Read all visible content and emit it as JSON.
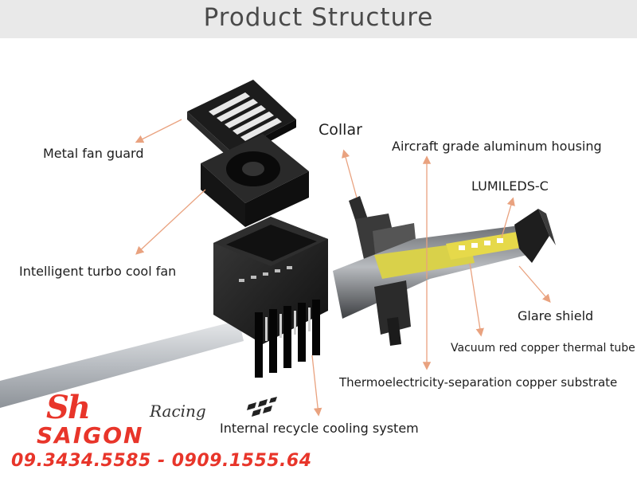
{
  "header": {
    "title": "Product Structure"
  },
  "labels": {
    "metal_fan_guard": "Metal fan guard",
    "collar": "Collar",
    "aluminum_housing": "Aircraft grade aluminum housing",
    "lumileds": "LUMILEDS-C",
    "turbo_fan": "Intelligent turbo cool fan",
    "glare_shield": "Glare shield",
    "copper_tube": "Vacuum red copper thermal tube",
    "copper_substrate": "Thermoelectricity-separation copper substrate",
    "cooling_system": "Internal recycle cooling system"
  },
  "brand": {
    "logo_mark": "Sh",
    "racing": "Racing",
    "name": "SAIGON",
    "phone": "09.3434.5585 - 0909.1555.64"
  },
  "colors": {
    "arrow": "#e9a27f",
    "brand_red": "#e8352a",
    "header_band": "#e9e9e9",
    "led_yellow": "#e6d94a"
  }
}
